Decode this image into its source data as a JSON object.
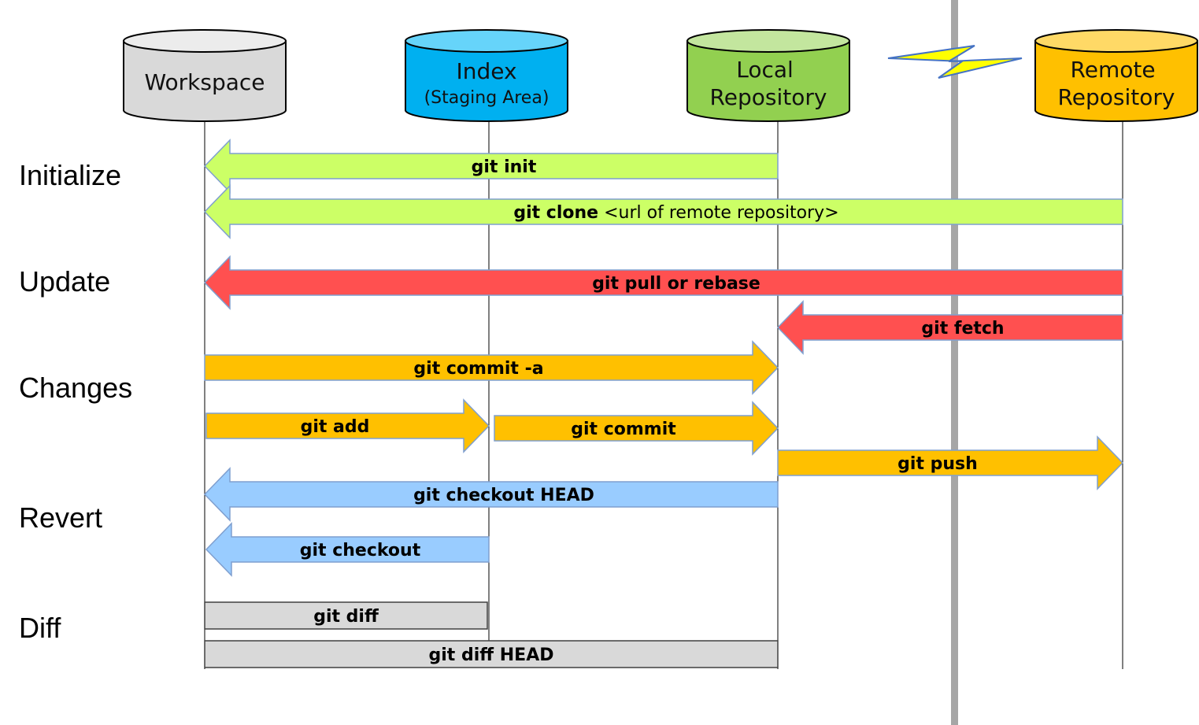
{
  "repositories": [
    {
      "id": "workspace",
      "label": "Workspace",
      "sublabel": "",
      "color": "#d9d9d9",
      "top_color": "#ececec"
    },
    {
      "id": "index",
      "label": "Index",
      "sublabel": "(Staging Area)",
      "color": "#00b0f0",
      "top_color": "#66d4fa"
    },
    {
      "id": "local",
      "label": "Local Repository",
      "sublabel": "",
      "color": "#92d050",
      "top_color": "#c3e69e"
    },
    {
      "id": "remote",
      "label": "Remote Repository",
      "sublabel": "",
      "color": "#ffc000",
      "top_color": "#ffd966"
    }
  ],
  "sections": [
    {
      "label": "Initialize"
    },
    {
      "label": "Update"
    },
    {
      "label": "Changes"
    },
    {
      "label": "Revert"
    },
    {
      "label": "Diff"
    }
  ],
  "commands": [
    {
      "name": "git init",
      "arg": "",
      "from": "local",
      "to": "workspace",
      "color": "#ccff66"
    },
    {
      "name": "git clone",
      "arg": "<url of remote repository>",
      "from": "remote",
      "to": "workspace",
      "color": "#ccff66"
    },
    {
      "name": "git pull or rebase",
      "arg": "",
      "from": "remote",
      "to": "workspace",
      "color": "#ff5050"
    },
    {
      "name": "git fetch",
      "arg": "",
      "from": "remote",
      "to": "local",
      "color": "#ff5050"
    },
    {
      "name": "git commit -a",
      "arg": "",
      "from": "workspace",
      "to": "local",
      "color": "#ffc000"
    },
    {
      "name": "git add",
      "arg": "",
      "from": "workspace",
      "to": "index",
      "color": "#ffc000"
    },
    {
      "name": "git commit",
      "arg": "",
      "from": "index",
      "to": "local",
      "color": "#ffc000"
    },
    {
      "name": "git push",
      "arg": "",
      "from": "local",
      "to": "remote",
      "color": "#ffc000"
    },
    {
      "name": "git checkout HEAD",
      "arg": "",
      "from": "local",
      "to": "workspace",
      "color": "#99ccff"
    },
    {
      "name": "git checkout",
      "arg": "",
      "from": "index",
      "to": "workspace",
      "color": "#99ccff"
    },
    {
      "name": "git diff",
      "arg": "",
      "from": "workspace",
      "to": "index",
      "color": "#d9d9d9"
    },
    {
      "name": "git diff HEAD",
      "arg": "",
      "from": "workspace",
      "to": "local",
      "color": "#d9d9d9"
    }
  ],
  "network_divider_color": "#a6a6a6",
  "lightning_color": "#ffff00",
  "lightning_outline_color": "#4472c4"
}
